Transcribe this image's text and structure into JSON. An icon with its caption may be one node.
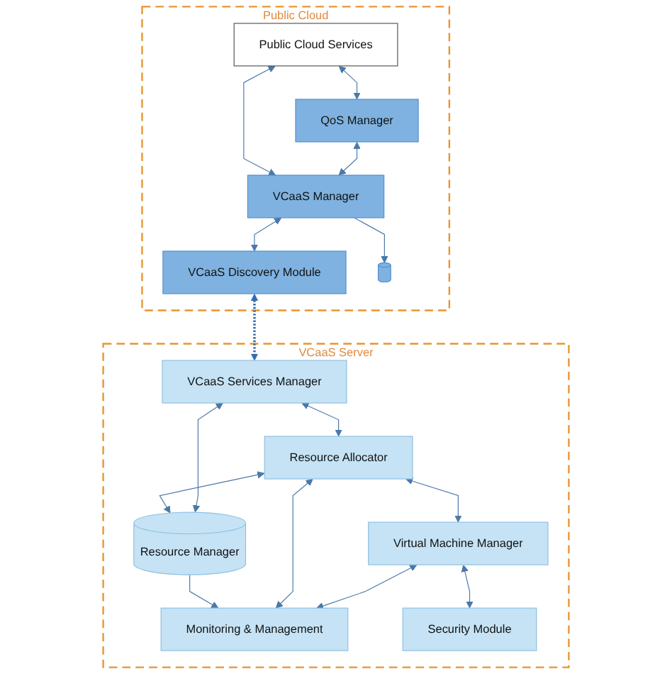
{
  "diagram": {
    "nodes": [
      {
        "text": [
          "Public Cloud"
        ]
      },
      {
        "text": [
          "Public Cloud Services"
        ],
        "in": 0
      },
      {
        "text": [
          "QoS Manager"
        ],
        "in": 0
      },
      {
        "text": [
          "VCaaS Manager"
        ],
        "in": 0
      },
      {
        "text": [
          "VCaaS Discovery Module"
        ],
        "in": 0
      },
      {
        "text": [],
        "shape": "cylinder",
        "in": 0
      },
      {
        "text": [
          "VCaaS Server"
        ]
      },
      {
        "text": [
          "VCaaS Services Manager"
        ],
        "in": 6
      },
      {
        "text": [
          "Resource Allocator"
        ],
        "in": 6
      },
      {
        "text": [
          "Virtual Machine Manager"
        ],
        "in": 6
      },
      {
        "text": [
          "Resource Manager"
        ],
        "in": 6
      },
      {
        "text": [
          "Monitoring & Management"
        ],
        "in": 6
      },
      {
        "text": [
          "Security Module"
        ],
        "in": 6
      }
    ],
    "edges": [
      {
        "from": 1,
        "to": 2,
        "arrow": "both"
      },
      {
        "from": 1,
        "to": 3,
        "arrow": "both"
      },
      {
        "from": 2,
        "to": 3,
        "arrow": "both"
      },
      {
        "from": 3,
        "to": 5,
        "arrow": "to"
      },
      {
        "from": 3,
        "to": 4,
        "arrow": "both"
      },
      {
        "from": 4,
        "to": 7,
        "arrow": "both",
        "style": "dashed",
        "color": "#2e6db4"
      },
      {
        "from": 7,
        "to": 8,
        "arrow": "both"
      },
      {
        "from": 10,
        "to": 7,
        "arrow": "both"
      },
      {
        "from": 8,
        "to": 10,
        "arrow": "both"
      },
      {
        "from": 8,
        "to": 9,
        "arrow": "both"
      },
      {
        "from": 10,
        "to": 11,
        "arrow": "to"
      },
      {
        "from": 8,
        "to": 11,
        "arrow": "both"
      },
      {
        "from": 9,
        "to": 11,
        "arrow": "both"
      },
      {
        "from": 9,
        "to": 12,
        "arrow": "both"
      }
    ]
  }
}
